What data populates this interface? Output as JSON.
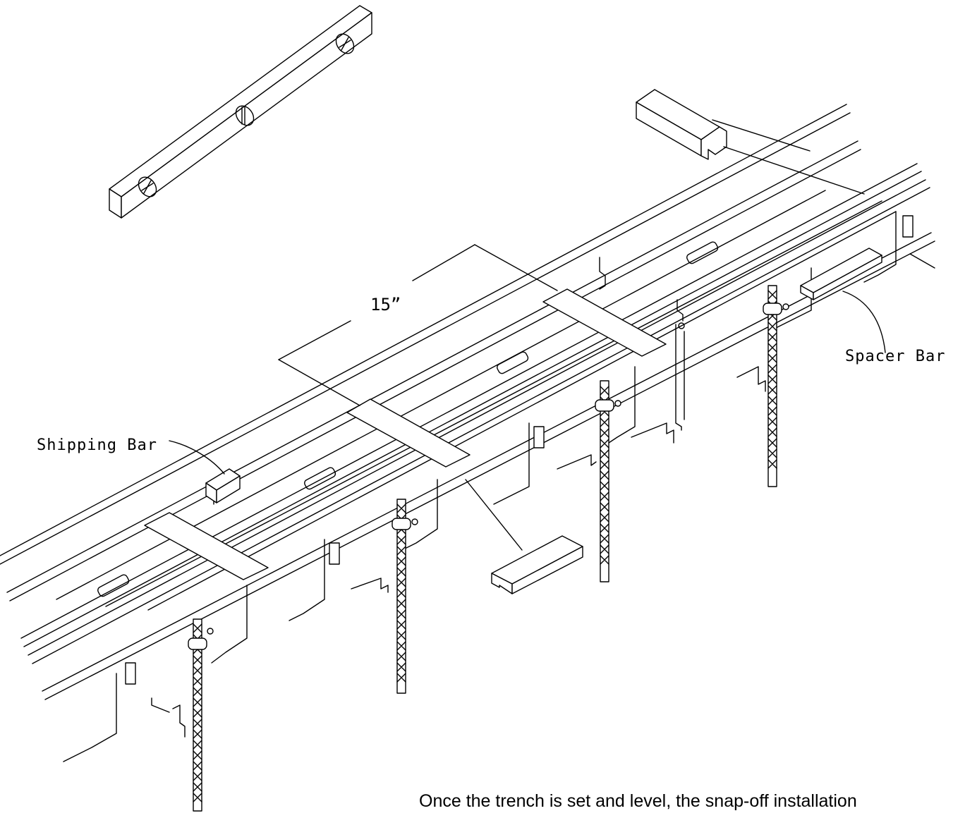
{
  "labels": {
    "dimension": "15”",
    "spacer_bar": "Spacer Bar",
    "shipping_bar": "Shipping Bar"
  },
  "caption": "Once the trench is set and level, the snap-off installation"
}
